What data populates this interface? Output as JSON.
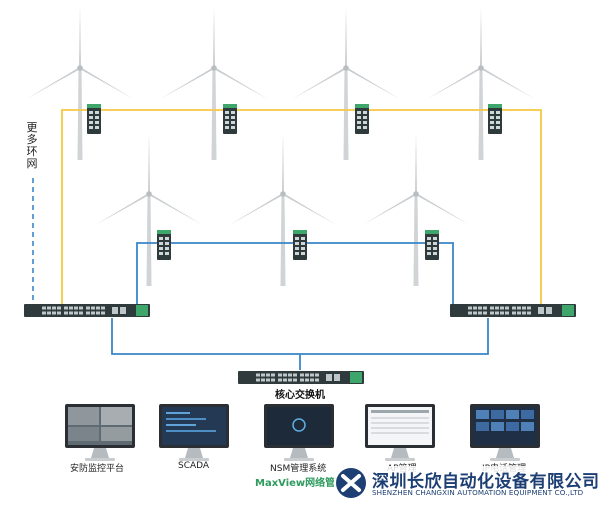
{
  "labels": {
    "more_rings": "更多环网",
    "core_switch": "核心交换机",
    "maxview": "MaxView网络管理",
    "monitor_1": "安防监控平台",
    "monitor_2": "SCADA",
    "monitor_3": "NSM管理系统",
    "monitor_4": "AP管理",
    "monitor_5": "IP电话管理"
  },
  "watermark": {
    "company_cn": "深圳长欣自动化设备有限公司",
    "company_en": "SHENZHEN CHANGXIN AUTOMATION EQUIPMENT CO.,LTD"
  },
  "colors": {
    "ring_top": "#f5c842",
    "ring_lower": "#3a86c8",
    "more_link": "#3a86c8",
    "device_body": "#2f3a3c",
    "device_accent": "#3fa66b",
    "maxview_text": "#2e9b5e",
    "watermark_text": "#1d3f73"
  }
}
